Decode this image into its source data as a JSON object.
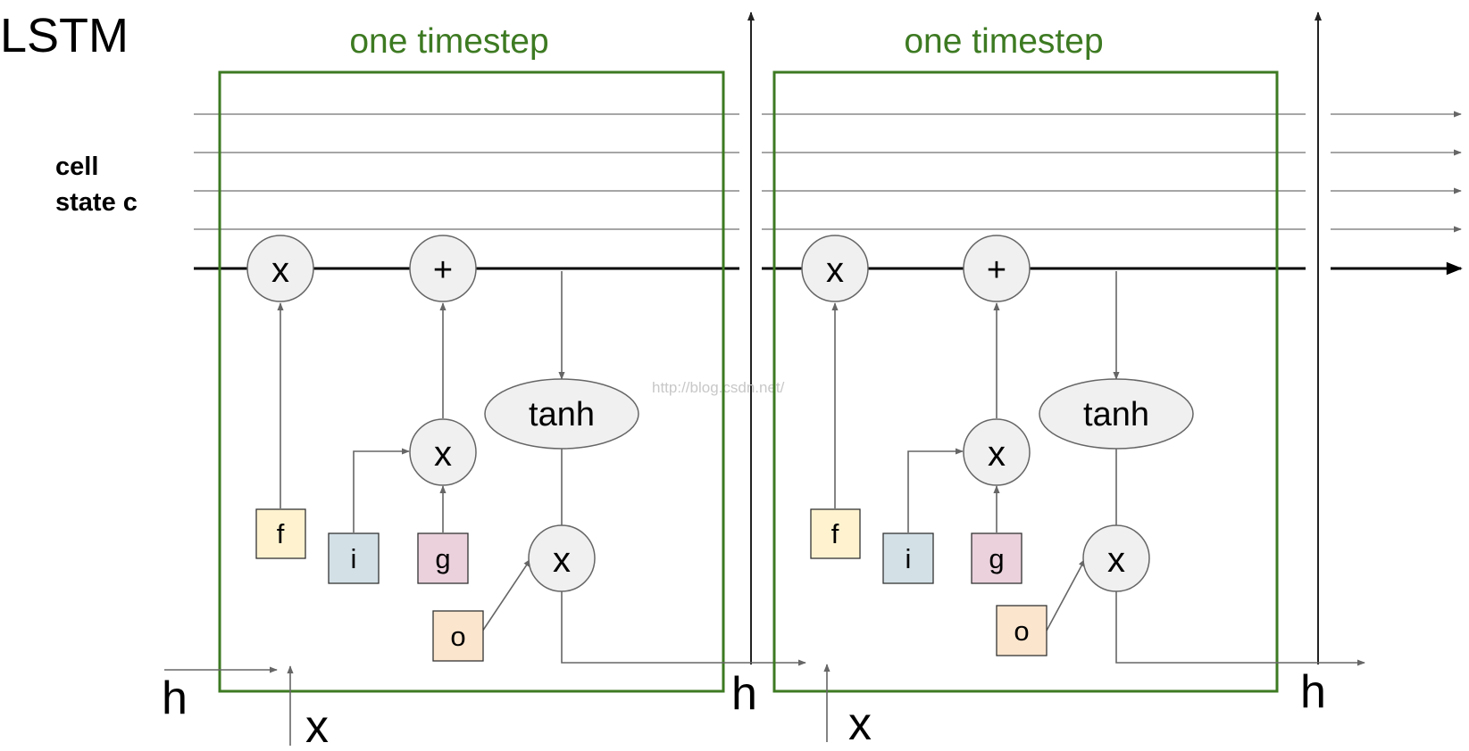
{
  "title": "LSTM",
  "cell_label_line1": "cell",
  "cell_label_line2": "state c",
  "timesteps": [
    {
      "header": "one timestep",
      "ops": {
        "forget_mult": "x",
        "add": "+",
        "input_mult": "x",
        "tanh": "tanh",
        "output_mult": "x"
      },
      "gates": {
        "f": "f",
        "i": "i",
        "g": "g",
        "o": "o"
      },
      "h_in": "h",
      "x_in": "x",
      "h_out": "h"
    },
    {
      "header": "one timestep",
      "ops": {
        "forget_mult": "x",
        "add": "+",
        "input_mult": "x",
        "tanh": "tanh",
        "output_mult": "x"
      },
      "gates": {
        "f": "f",
        "i": "i",
        "g": "g",
        "o": "o"
      },
      "x_in": "x",
      "h_out": "h"
    }
  ],
  "watermark": "http://blog.csdn.net/",
  "colors": {
    "box_border": "#3d7a22",
    "header_text": "#3d7a22",
    "gate_f": "#fff3cf",
    "gate_i": "#d3e0e6",
    "gate_g": "#ead1dc",
    "gate_o": "#fce5cd",
    "op_fill": "#f0f0f0",
    "op_stroke": "#666666",
    "line_gray": "#888888",
    "line_main": "#111111"
  }
}
